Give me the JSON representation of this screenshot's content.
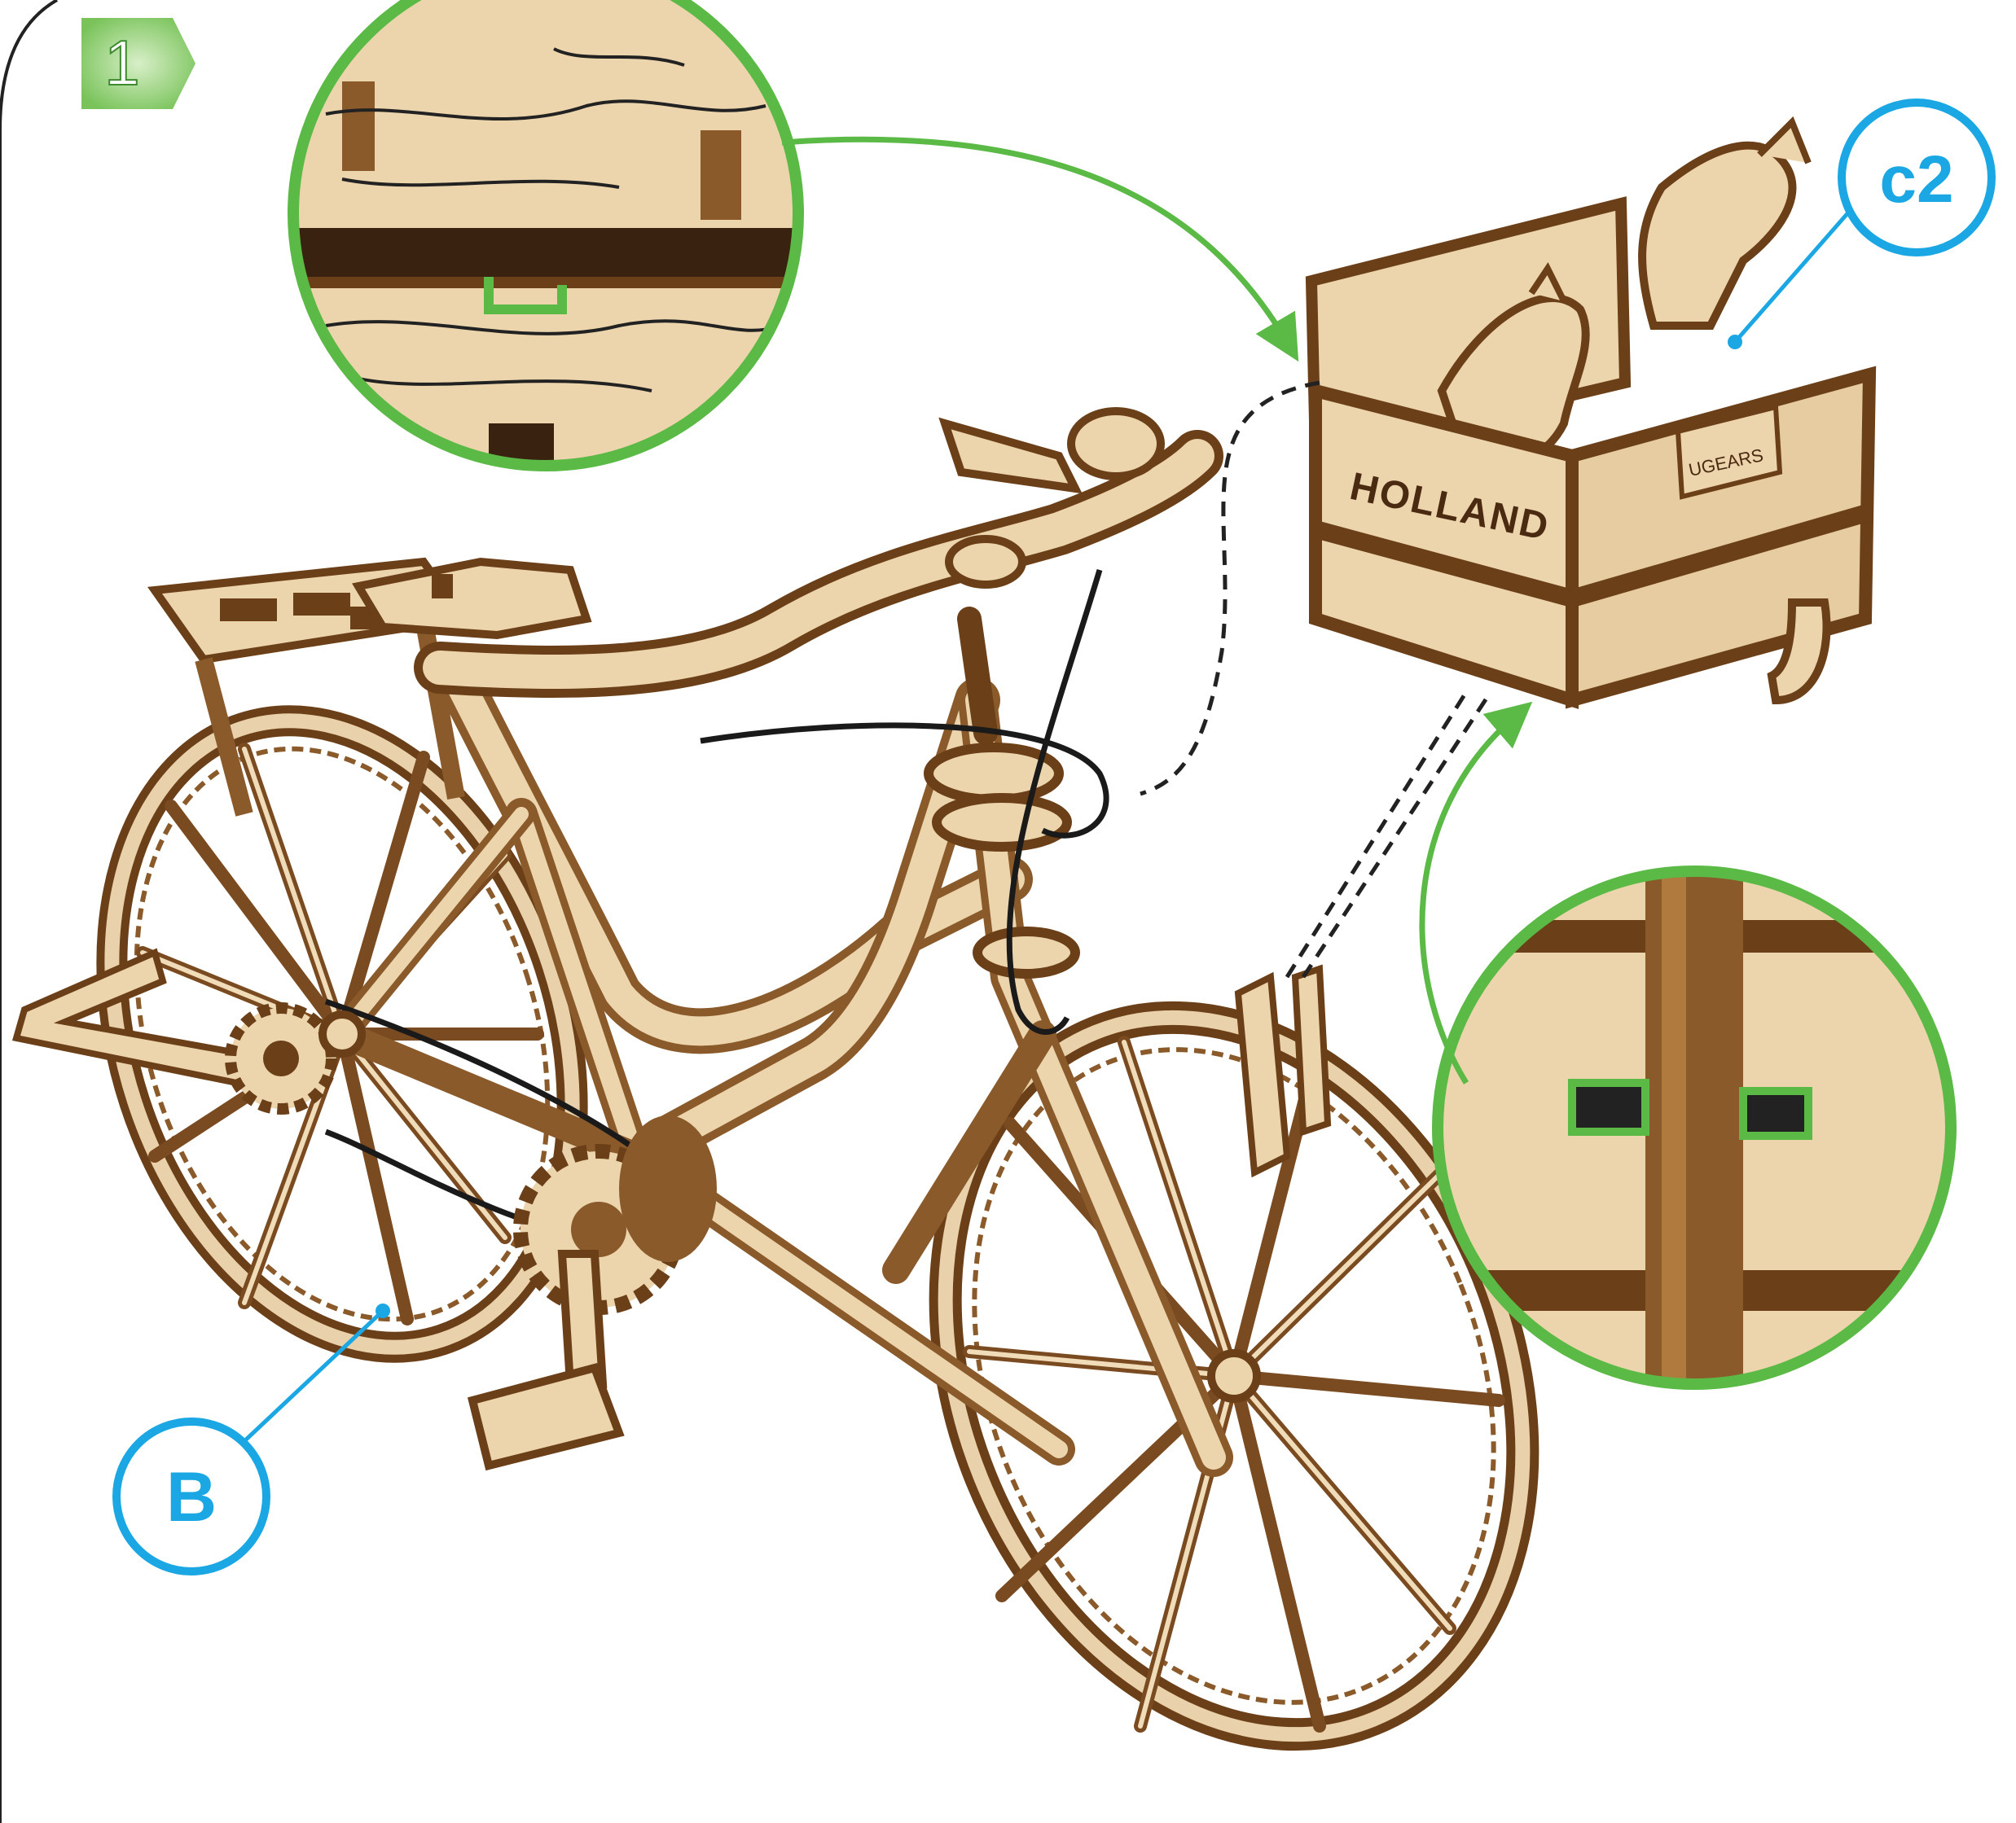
{
  "step": {
    "number": "1"
  },
  "callouts": {
    "basket_part": "c2",
    "wheel_part": "B"
  },
  "crate": {
    "front_text": "HOLLAND",
    "plate_text": "UGEARS"
  },
  "colors": {
    "accent_green": "#5bb946",
    "callout_blue": "#1aa7e3",
    "wood_light": "#f2dfc0",
    "wood_mid": "#d9bf94",
    "wood_dark": "#8a5a2b",
    "wood_darkest": "#5a3416"
  }
}
